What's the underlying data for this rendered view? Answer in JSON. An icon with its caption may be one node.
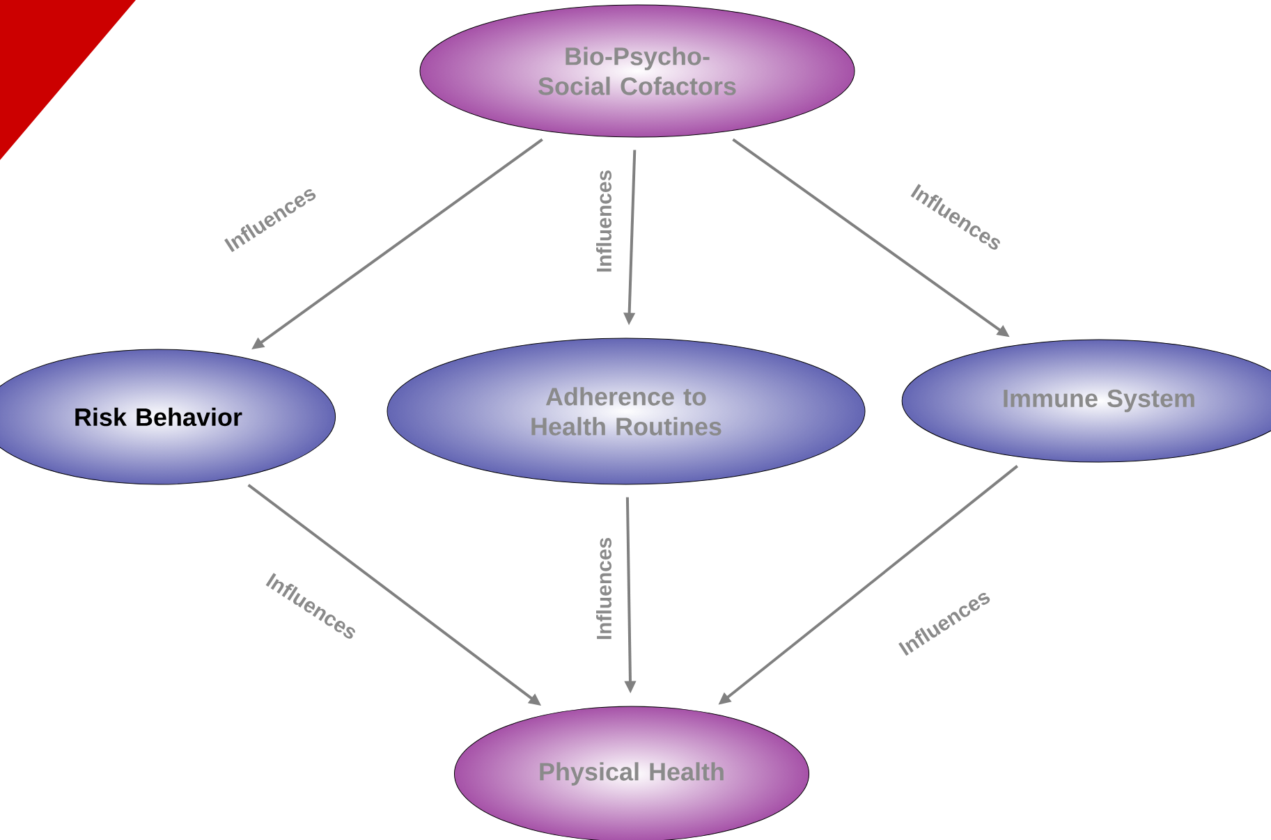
{
  "diagram": {
    "nodes": [
      {
        "text": [
          "Bio-Psycho-Social Cofactors"
        ]
      },
      {
        "text": [
          "Risk Behavior"
        ]
      },
      {
        "text": [
          "Adherence to Health Routines"
        ]
      },
      {
        "text": [
          "Immune System"
        ]
      },
      {
        "text": [
          "Physical Health"
        ]
      }
    ],
    "edges": [
      {
        "from": 0,
        "to": 1,
        "arrow": "to",
        "label": "Influences"
      },
      {
        "from": 0,
        "to": 2,
        "arrow": "to",
        "label": "Influences"
      },
      {
        "from": 0,
        "to": 3,
        "arrow": "to",
        "label": "Influences"
      },
      {
        "from": 1,
        "to": 4,
        "arrow": "to",
        "label": "Influences"
      },
      {
        "from": 2,
        "to": 4,
        "arrow": "to",
        "label": "Influences"
      },
      {
        "from": 3,
        "to": 4,
        "arrow": "to",
        "label": "Influences"
      }
    ]
  }
}
